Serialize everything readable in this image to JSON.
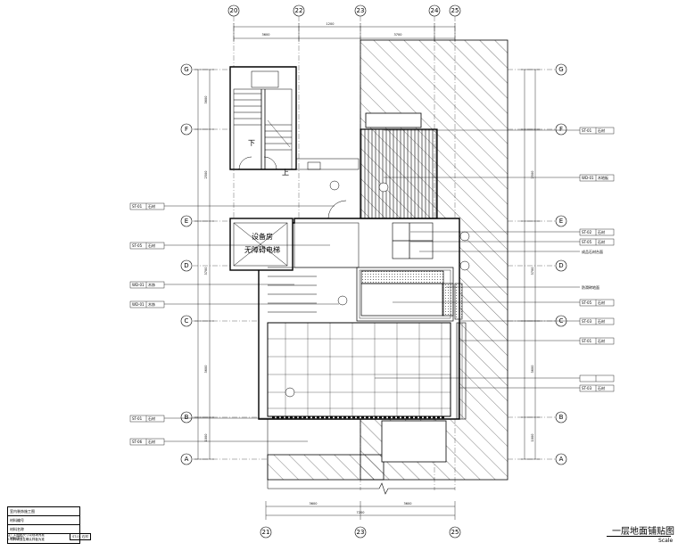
{
  "grid_top": [
    "20",
    "22",
    "23",
    "24",
    "25"
  ],
  "grid_bottom": [
    "21",
    "23",
    "25"
  ],
  "grid_rows": [
    "G",
    "F",
    "E",
    "D",
    "C",
    "B",
    "A"
  ],
  "dims_top": [
    "3600",
    "1200",
    "3700"
  ],
  "dims_bottom": [
    "3600",
    "3600",
    "7200"
  ],
  "dims_left": [
    "3600",
    "2500",
    "3700",
    "3600",
    "1000"
  ],
  "dims_right": [
    "2500",
    "3700",
    "3600",
    "1000"
  ],
  "room_label_1": "设备房",
  "room_label_2": "无障碍电梯",
  "stair_up": "上",
  "stair_down": "下",
  "tags_left": [
    {
      "code": "ST-01",
      "text": "石材"
    },
    {
      "code": "ST-05",
      "text": "石材"
    },
    {
      "code": "WD-01",
      "text": "木饰"
    },
    {
      "code": "WD-01",
      "text": "木饰"
    },
    {
      "code": "ST-01",
      "text": "石材"
    },
    {
      "code": "ST-06",
      "text": "石材"
    }
  ],
  "tags_right": [
    {
      "code": "ST-01",
      "text": "石材"
    },
    {
      "code": "WD-01",
      "text": "木地板"
    },
    {
      "code": "ST-02",
      "text": "石材"
    },
    {
      "code": "ST-05",
      "text": "石材"
    },
    {
      "code": "",
      "text": "成品石材台面"
    },
    {
      "code": "",
      "text": "防滑砖地面"
    },
    {
      "code": "ST-05",
      "text": "石材"
    },
    {
      "code": "ST-03",
      "text": "石材"
    },
    {
      "code": "ST-01",
      "text": "石材"
    },
    {
      "code": "ST-03",
      "text": "石材"
    }
  ],
  "title_block": {
    "row1": "室内装饰施工图",
    "row2": "材料编号",
    "row3": "材料名称",
    "row4": "材料索引",
    "note1": "注：1.图纸尺寸以现场为准",
    "note2": "2.材料以业主确认样板为准",
    "tag": "ST-01 石材"
  },
  "drawing_title": "一层地面铺贴图",
  "drawing_scale": "Scale"
}
